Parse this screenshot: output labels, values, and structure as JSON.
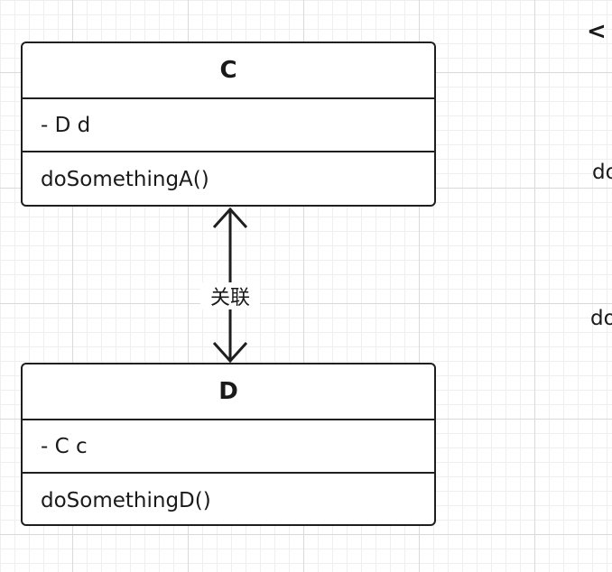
{
  "diagram": {
    "class_c": {
      "name": "C",
      "attribute": "- D d",
      "operation": "doSomethingA()"
    },
    "class_d": {
      "name": "D",
      "attribute": "- C c",
      "operation": "doSomethingD()"
    },
    "association": {
      "label": "关联",
      "type": "bidirectional"
    },
    "partial_right": {
      "stereotype_glyph": "<",
      "op_1": "do",
      "op_2": "do"
    }
  },
  "colors": {
    "stroke": "#1f1f1f",
    "grid_major": "#d9d9d9",
    "grid_minor": "#efefef",
    "background": "#ffffff"
  }
}
